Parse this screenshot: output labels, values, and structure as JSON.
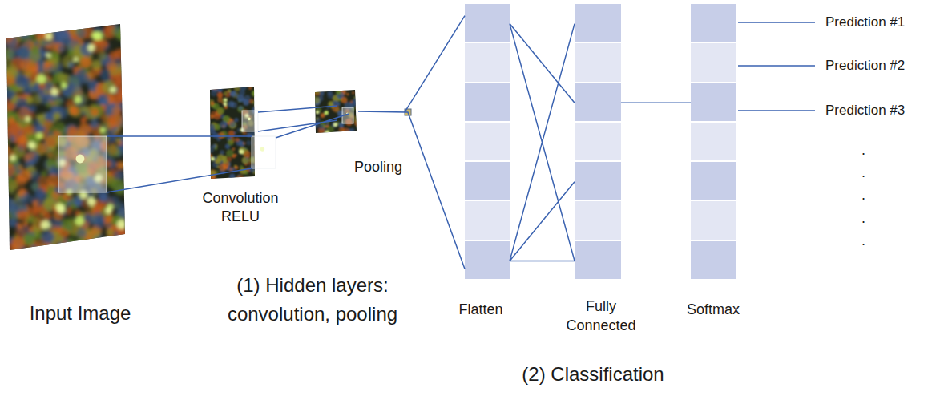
{
  "diagram": {
    "nodes": [
      {
        "text": [
          "Input Image"
        ]
      },
      {
        "text": [
          "Convolution RELU"
        ]
      },
      {
        "text": [
          "Pooling"
        ]
      },
      {
        "text": [
          "Flatten"
        ]
      },
      {
        "text": [
          "Fully Connected"
        ]
      },
      {
        "text": [
          "Softmax"
        ]
      }
    ],
    "edges": [
      {
        "from": 0,
        "to": 1,
        "arrow": "none"
      },
      {
        "from": 1,
        "to": 2,
        "arrow": "none"
      },
      {
        "from": 2,
        "to": 3,
        "arrow": "none"
      },
      {
        "from": 3,
        "to": 4,
        "arrow": "none"
      },
      {
        "from": 4,
        "to": 5,
        "arrow": "none"
      }
    ],
    "labels": [
      "(1) Hidden layers: convolution, pooling",
      "(2) Classification",
      "Prediction #1",
      "Prediction #2",
      "Prediction #3",
      ".",
      ".",
      ".",
      ".",
      "."
    ]
  }
}
